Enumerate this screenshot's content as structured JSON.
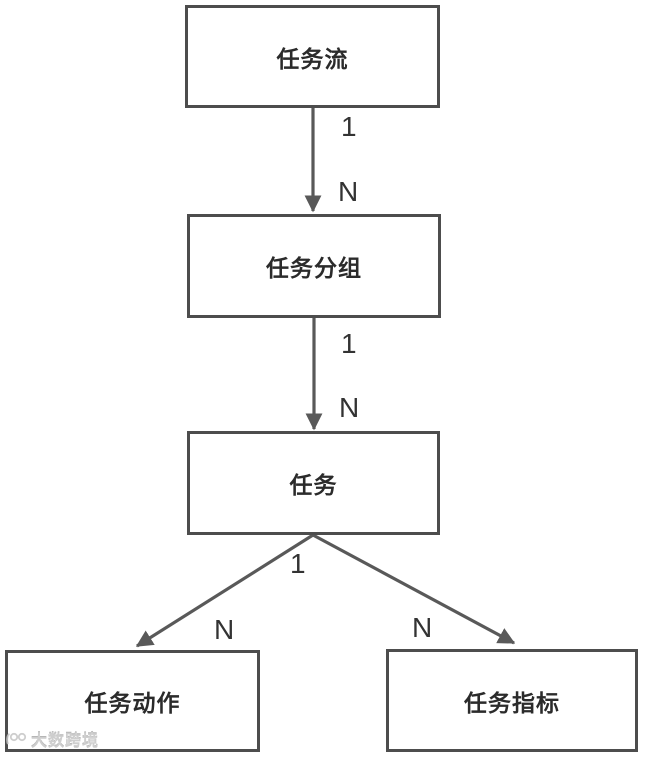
{
  "diagram": {
    "title_hint": "task entity relationship diagram",
    "nodes": [
      {
        "id": "task-flow",
        "label": "任务流"
      },
      {
        "id": "task-group",
        "label": "任务分组"
      },
      {
        "id": "task",
        "label": "任务"
      },
      {
        "id": "task-action",
        "label": "任务动作"
      },
      {
        "id": "task-metric",
        "label": "任务指标"
      }
    ],
    "edges": [
      {
        "from": "task-flow",
        "to": "task-group",
        "one": "1",
        "many": "N"
      },
      {
        "from": "task-group",
        "to": "task",
        "one": "1",
        "many": "N"
      },
      {
        "from": "task",
        "to": "task-action",
        "one": "1",
        "many": "N"
      },
      {
        "from": "task",
        "to": "task-metric",
        "many": "N"
      }
    ]
  },
  "colors": {
    "node_border": "#4d4d4d",
    "node_fill": "#ffffff",
    "node_text": "#2b2b2b",
    "arrow": "#595959",
    "edge_label_text": "#333333",
    "background": "#ffffff",
    "watermark": "#c6c6c6"
  },
  "watermark": {
    "logo": "glasses-logo-icon",
    "text": "大数跨境"
  }
}
